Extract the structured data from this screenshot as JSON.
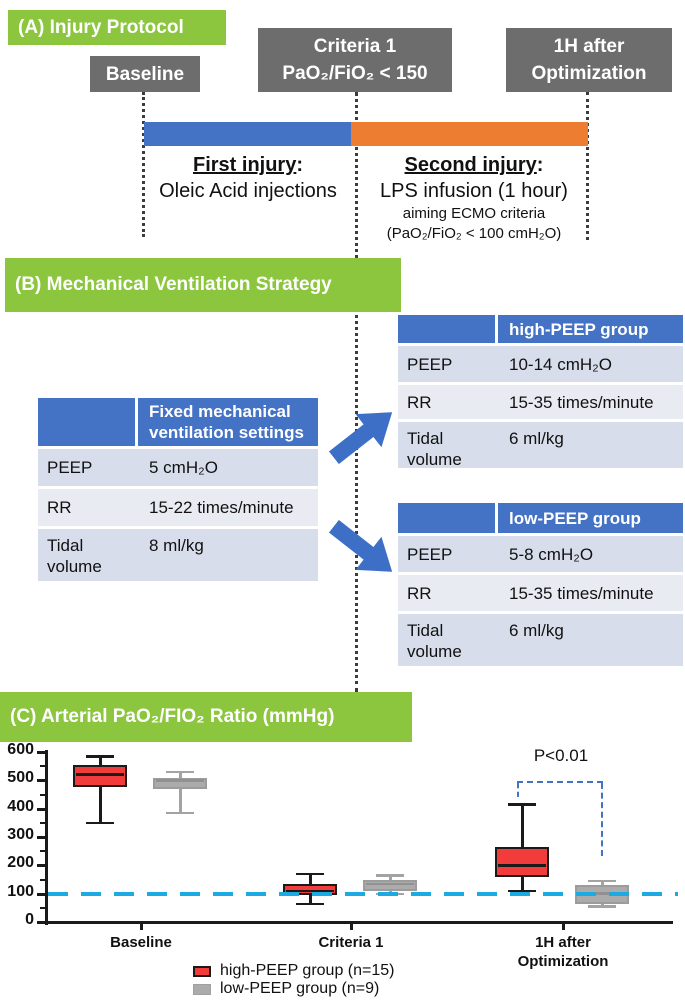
{
  "panel_a": {
    "title": "(A) Injury Protocol",
    "timeline_labels": {
      "baseline": "Baseline",
      "criteria1": "Criteria 1\nPaO₂/FiO₂ < 150",
      "after_optimization": "1H after\nOptimization"
    },
    "first_injury": {
      "heading": "First injury",
      "colon": ":",
      "detail": "Oleic Acid injections"
    },
    "second_injury": {
      "heading": "Second injury",
      "colon": ":",
      "detail": "LPS infusion (1 hour)",
      "note_line1": "aiming ECMO criteria",
      "note_line2": "(PaO₂/FiO₂ < 100 cmH₂O)"
    }
  },
  "panel_b": {
    "title": "(B) Mechanical Ventilation Strategy",
    "fixed_table": {
      "header": "Fixed mechanical ventilation settings",
      "rows": [
        {
          "label": "PEEP",
          "value": "5 cmH₂O"
        },
        {
          "label": "RR",
          "value": "15-22 times/minute"
        },
        {
          "label": "Tidal volume",
          "value": "8 ml/kg"
        }
      ]
    },
    "high_peep_table": {
      "header": "high-PEEP group",
      "rows": [
        {
          "label": "PEEP",
          "value": "10-14 cmH₂O"
        },
        {
          "label": "RR",
          "value": "15-35 times/minute"
        },
        {
          "label": "Tidal volume",
          "value": "6 ml/kg"
        }
      ]
    },
    "low_peep_table": {
      "header": "low-PEEP group",
      "rows": [
        {
          "label": "PEEP",
          "value": "5-8 cmH₂O"
        },
        {
          "label": "RR",
          "value": "15-35 times/minute"
        },
        {
          "label": "Tidal volume",
          "value": "6 ml/kg"
        }
      ]
    }
  },
  "panel_c": {
    "title": "(C) Arterial PaO₂/FIO₂ Ratio (mmHg)",
    "annotation": "P<0.01",
    "legend": [
      {
        "label": "high-PEEP group (n=15)",
        "color": "#f23b3b"
      },
      {
        "label": "low-PEEP group (n=9)",
        "color": "#ababab"
      }
    ]
  },
  "chart_data": {
    "type": "boxplot",
    "title": "Arterial PaO₂/FIO₂ Ratio (mmHg)",
    "categories": [
      "Baseline",
      "Criteria 1",
      "1H after\nOptimization"
    ],
    "ylim": [
      0,
      600
    ],
    "yticks": [
      0,
      100,
      200,
      300,
      400,
      500,
      600
    ],
    "grid": false,
    "legend_position": "bottom",
    "reference_line": {
      "value": 100,
      "color": "#1baae1",
      "style": "dashed"
    },
    "significance": {
      "label": "P<0.01",
      "at_category": "1H after Optimization",
      "between_series": [
        "high-PEEP group",
        "low-PEEP group"
      ]
    },
    "series": [
      {
        "name": "high-PEEP group (n=15)",
        "n": 15,
        "color": "#f23b3b",
        "boxes": [
          {
            "category": "Baseline",
            "whisker_low": 350,
            "q1": 475,
            "median": 520,
            "q3": 555,
            "whisker_high": 585
          },
          {
            "category": "Criteria 1",
            "whisker_low": 65,
            "q1": 95,
            "median": 110,
            "q3": 135,
            "whisker_high": 170
          },
          {
            "category": "1H after Optimization",
            "whisker_low": 110,
            "q1": 160,
            "median": 200,
            "q3": 265,
            "whisker_high": 415
          }
        ]
      },
      {
        "name": "low-PEEP group (n=9)",
        "n": 9,
        "color": "#ababab",
        "boxes": [
          {
            "category": "Baseline",
            "whisker_low": 385,
            "q1": 470,
            "median": 500,
            "q3": 510,
            "whisker_high": 530
          },
          {
            "category": "Criteria 1",
            "whisker_low": 100,
            "q1": 110,
            "median": 135,
            "q3": 150,
            "whisker_high": 165
          },
          {
            "category": "1H after Optimization",
            "whisker_low": 55,
            "q1": 65,
            "median": 100,
            "q3": 130,
            "whisker_high": 145
          }
        ]
      }
    ]
  },
  "colors": {
    "header_green": "#8cc63e",
    "timeline_box_gray": "#6d6d6d",
    "bar_blue": "#4472c4",
    "bar_orange": "#ed7d31",
    "table_header_blue": "#4472c4",
    "table_band_dark": "#d7ddeb",
    "table_band_light": "#e9ebf3",
    "arrow_blue": "#3e6fc7",
    "reference_cyan": "#1baae1",
    "bracket_blue": "#4472c4"
  }
}
